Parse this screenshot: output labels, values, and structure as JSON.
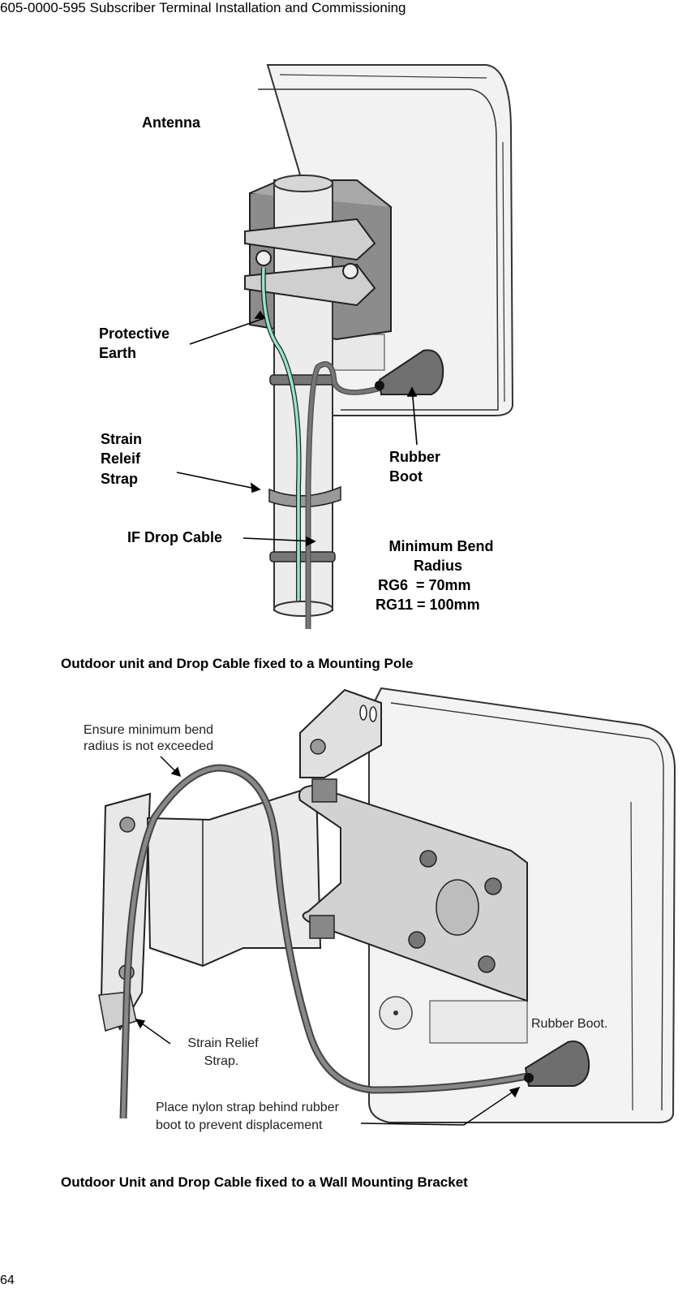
{
  "header": {
    "title": "605-0000-595 Subscriber Terminal Installation and Commissioning"
  },
  "figure1": {
    "labels": {
      "antenna": "Antenna",
      "protective_earth_1": "Protective",
      "protective_earth_2": "Earth",
      "strain_1": "Strain",
      "strain_2": "Releif",
      "strain_3": "Strap",
      "rubber_1": "Rubber",
      "rubber_2": "Boot",
      "if_drop": "IF Drop Cable",
      "bend_1": "Minimum Bend",
      "bend_2": "Radius",
      "bend_3": "RG6  = 70mm",
      "bend_4": "RG11 = 100mm"
    },
    "caption": "Outdoor unit and Drop Cable fixed to a Mounting Pole"
  },
  "figure2": {
    "labels": {
      "ensure_1": "Ensure minimum bend",
      "ensure_2": "radius is not exceeded",
      "rubber_boot": "Rubber Boot.",
      "strain_1": "Strain Relief",
      "strain_2": "Strap.",
      "nylon_1": "Place nylon strap behind rubber",
      "nylon_2": "boot to prevent displacement"
    },
    "caption": "Outdoor Unit and Drop Cable fixed to a Wall Mounting Bracket"
  },
  "footer": {
    "page_number": "64"
  }
}
